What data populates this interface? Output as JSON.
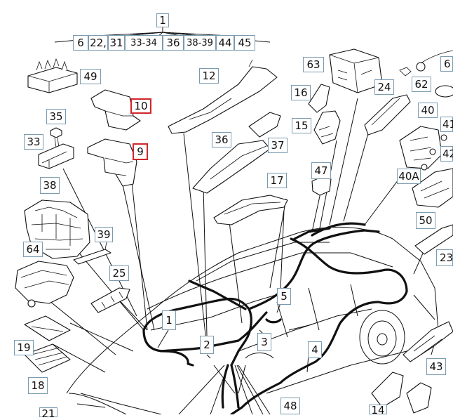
{
  "callouts": {
    "c1_top": "1",
    "c6_22": "6",
    "c22": "22,",
    "c31": "31",
    "c33_34": "33-34",
    "c36": "36",
    "c38_39": "38-39",
    "c44": "44",
    "c45": "45",
    "c49": "49",
    "c10": "10",
    "c9": "9",
    "c35": "35",
    "c33": "33",
    "c38": "38",
    "c39": "39",
    "c64": "64",
    "c25": "25",
    "c19": "19",
    "c18": "18",
    "c21": "21",
    "c12": "12",
    "c36b": "36",
    "c37": "37",
    "c17": "17",
    "c1b": "1",
    "c2": "2",
    "c3": "3",
    "c5": "5",
    "c4": "4",
    "c48": "48",
    "c63": "63",
    "c16": "16",
    "c15": "15",
    "c47": "47",
    "c24": "24",
    "c62": "62",
    "c6": "6",
    "c40": "40",
    "c41": "41",
    "c42": "42",
    "c40A": "40A",
    "c50": "50",
    "c23": "23",
    "c43": "43",
    "c14": "14"
  },
  "highlight_color": "#d0262b",
  "callout_border_color": "#7b9bb0"
}
